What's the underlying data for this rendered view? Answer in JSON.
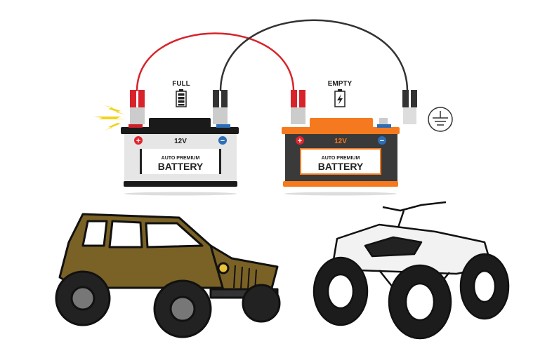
{
  "labels": {
    "full": "FULL",
    "empty": "EMPTY"
  },
  "left_battery": {
    "voltage": "12V",
    "brand_line1": "AUTO PREMIUM",
    "brand_line2": "BATTERY",
    "state": "charged"
  },
  "right_battery": {
    "voltage": "12V",
    "brand_line1": "AUTO PREMIUM",
    "brand_line2": "BATTERY",
    "state": "empty"
  },
  "terminals": {
    "positive": "+",
    "negative": "−"
  },
  "colors": {
    "positive_cable": "#d8232a",
    "negative_cable": "#333333",
    "full_battery_body": "#e6e6e6",
    "empty_battery_body": "#3a3a3a",
    "empty_battery_accent": "#f57a1f",
    "positive_terminal": "#e0262d",
    "negative_terminal": "#2d6db5",
    "spark": "#f4d21a",
    "jeep": "#7a6125"
  },
  "icons": [
    "spark-icon",
    "battery-full-icon",
    "battery-charging-icon",
    "ground-icon"
  ],
  "vehicles": [
    "jeep",
    "atv"
  ]
}
